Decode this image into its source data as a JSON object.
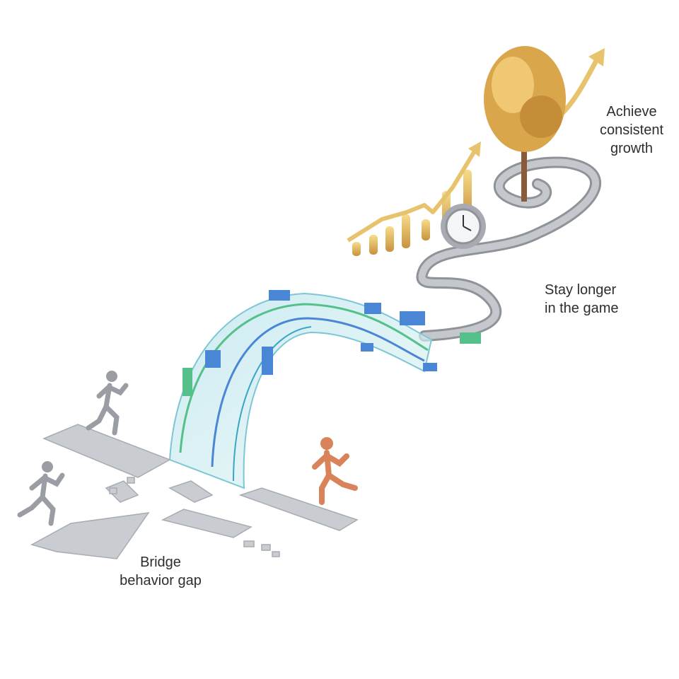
{
  "labels": {
    "growth": "Achieve\nconsistent\ngrowth",
    "stay": "Stay longer\nin the game",
    "bridge": "Bridge\nbehavior gap"
  },
  "colors": {
    "slab": "#c9ccd1",
    "road": "#a9adb3",
    "gold": "#e2b45a",
    "runner_active": "#d9835a",
    "runner_grey": "#9a9da3",
    "bridge_blue": "#4a86d6",
    "bridge_green": "#55c08a",
    "text": "#2e2e2e"
  }
}
